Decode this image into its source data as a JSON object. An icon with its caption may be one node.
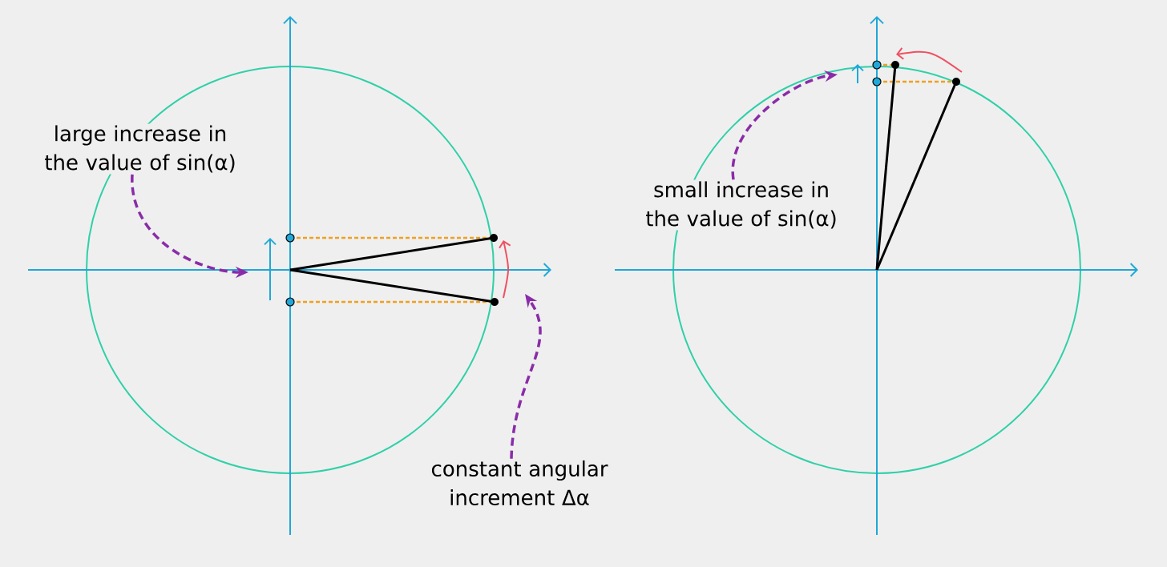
{
  "diagram": {
    "nodes": [
      {
        "text": [
          "large increase in the value of sin(α)"
        ]
      },
      {
        "text": [
          "constant angular increment Δα"
        ]
      },
      {
        "text": [
          "small increase in the value of sin(α)"
        ]
      }
    ],
    "edges": [
      {
        "from": 0,
        "to": null,
        "arrow": "to",
        "style": "dashed"
      },
      {
        "from": 1,
        "to": null,
        "arrow": "to",
        "style": "dashed"
      },
      {
        "from": 2,
        "to": null,
        "arrow": "to",
        "style": "dashed"
      }
    ]
  }
}
